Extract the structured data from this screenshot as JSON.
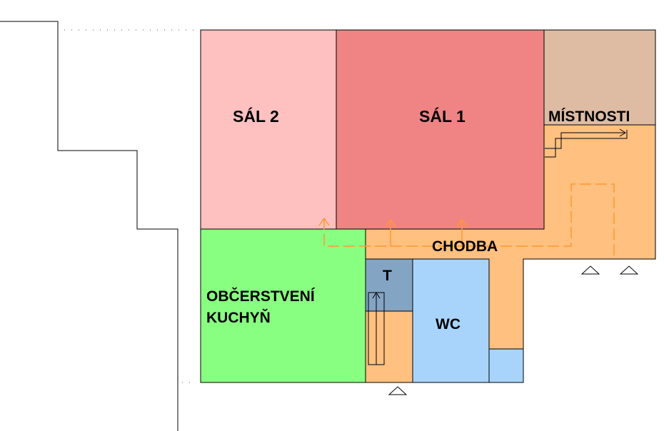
{
  "rooms": {
    "sal2": {
      "label": "SÁL 2",
      "color": "#FFC0C0"
    },
    "sal1": {
      "label": "SÁL 1",
      "color": "#F08484"
    },
    "mistnosti": {
      "label": "MÍSTNOSTI",
      "color": "#DEBCA4"
    },
    "chodba": {
      "label": "CHODBA",
      "color": "#FFC080"
    },
    "obcerstveni": {
      "label_line1": "OBČERSTVENÍ",
      "label_line2": "KUCHYŇ",
      "color": "#88FF80"
    },
    "t": {
      "label": "T",
      "color": "#84A4C4"
    },
    "wc": {
      "label": "WC",
      "color": "#A8D4FC"
    }
  },
  "colors": {
    "outline": "#000000",
    "route": "#FF9830",
    "boundary": "#000000"
  }
}
